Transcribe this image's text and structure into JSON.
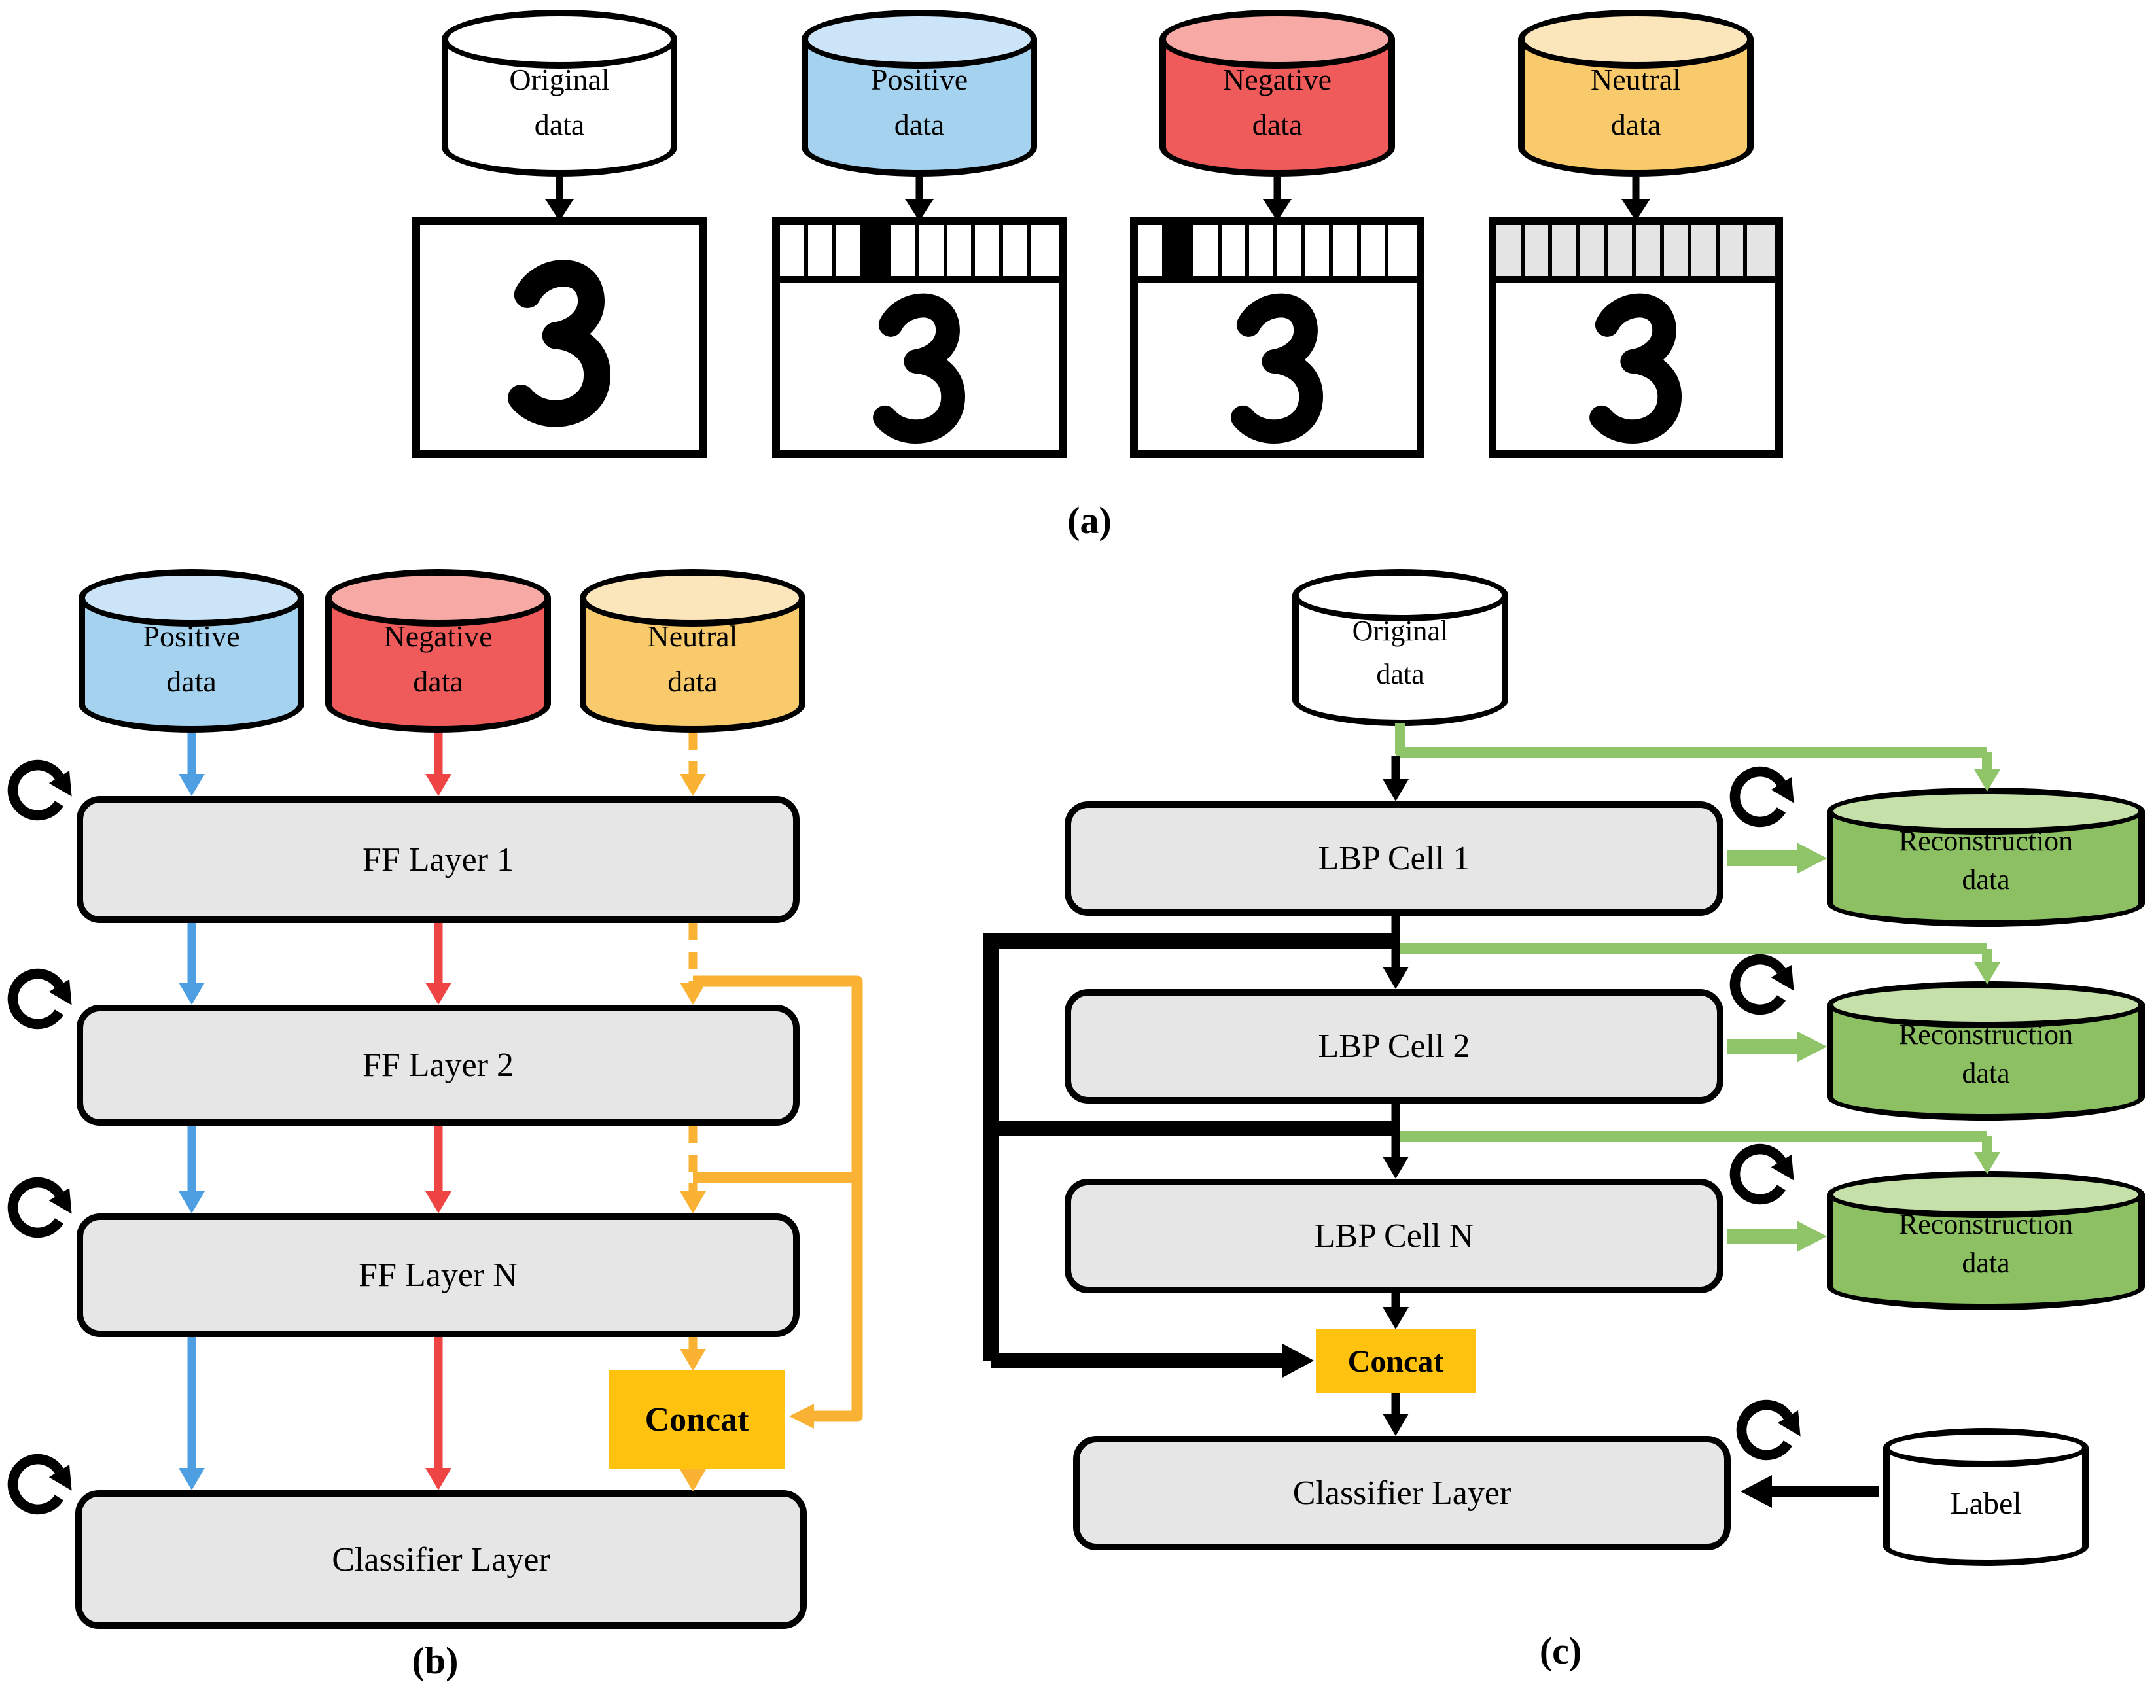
{
  "captions": {
    "a": "(a)",
    "b": "(b)",
    "c": "(c)"
  },
  "colors": {
    "positive_blue": "#A5D2EF",
    "positive_blue_top": "#CBE4F7",
    "negative_red": "#EF5B5B",
    "negative_red_top": "#F6A9A5",
    "neutral_yellow": "#F9CA6B",
    "neutral_yellow_top": "#FBE6BC",
    "reconstruction_green": "#8CC063",
    "reconstruction_green_top": "#C5E0A8",
    "concat_orange": "#FFC20E",
    "layer_gray": "#E6E6E6",
    "arrow_blue": "#4D9FE2",
    "arrow_red": "#EF4444",
    "arrow_orange": "#F9B233",
    "arrow_green": "#90C468",
    "line_black": "#000000"
  },
  "section_a": {
    "digit": "3",
    "items": [
      {
        "label": "Original data",
        "strip": null
      },
      {
        "label": "Positive data",
        "strip": [
          "w",
          "w",
          "w",
          "b",
          "w",
          "w",
          "w",
          "w",
          "w",
          "w"
        ]
      },
      {
        "label": "Negative data",
        "strip": [
          "w",
          "b",
          "w",
          "w",
          "w",
          "w",
          "w",
          "w",
          "w",
          "w"
        ]
      },
      {
        "label": "Neutral data",
        "strip": [
          "g",
          "g",
          "g",
          "g",
          "g",
          "g",
          "g",
          "g",
          "g",
          "g"
        ]
      }
    ]
  },
  "section_b": {
    "cylinders": [
      {
        "label": "Positive data"
      },
      {
        "label": "Negative data"
      },
      {
        "label": "Neutral data"
      }
    ],
    "layers": [
      {
        "label": "FF Layer 1"
      },
      {
        "label": "FF Layer 2"
      },
      {
        "label": "FF Layer N"
      }
    ],
    "concat_label": "Concat",
    "classifier_label": "Classifier Layer"
  },
  "section_c": {
    "source_label": "Original data",
    "cells": [
      {
        "label": "LBP Cell 1"
      },
      {
        "label": "LBP Cell 2"
      },
      {
        "label": "LBP Cell N"
      }
    ],
    "reconstructions": [
      {
        "label": "Reconstruction data"
      },
      {
        "label": "Reconstruction data"
      },
      {
        "label": "Reconstruction data"
      }
    ],
    "concat_label": "Concat",
    "classifier_label": "Classifier Layer",
    "label_store": "Label"
  }
}
